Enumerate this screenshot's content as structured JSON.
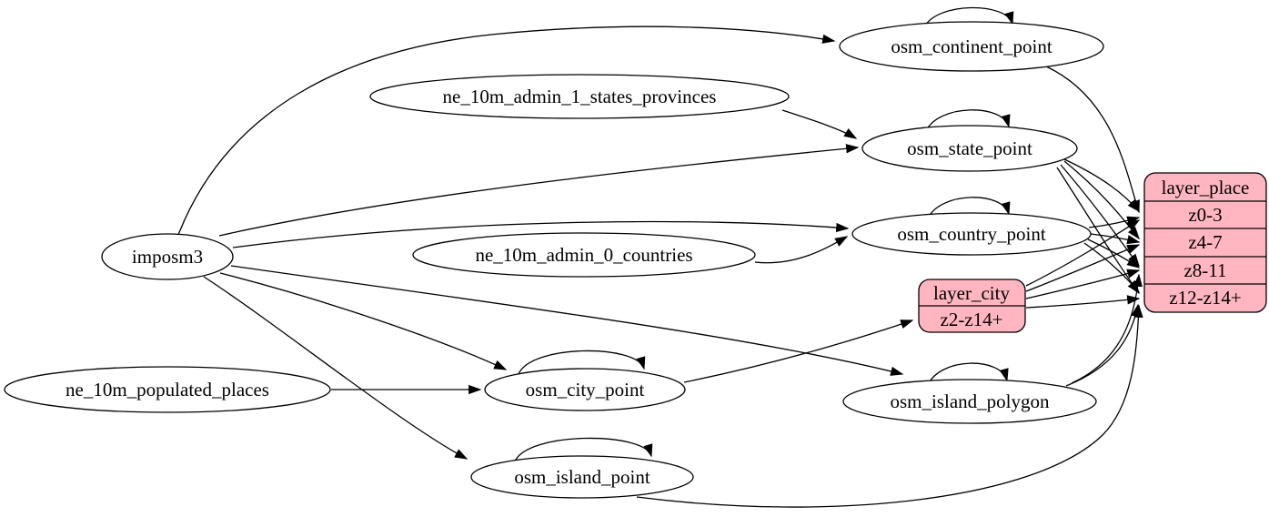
{
  "diagram": {
    "type": "graphviz-etl-graph",
    "description": "ETL mapping graph: imposm3 and Natural Earth sources feed OSM place tables which feed tile layers",
    "colors": {
      "background": "#ffffff",
      "node_fill": "#ffffff",
      "record_fill": "#ffb6c1",
      "edge": "#000000",
      "text": "#000000"
    },
    "nodes": {
      "imposm3": {
        "label": "imposm3"
      },
      "ne_10m_admin_1_states_provinces": {
        "label": "ne_10m_admin_1_states_provinces"
      },
      "ne_10m_admin_0_countries": {
        "label": "ne_10m_admin_0_countries"
      },
      "ne_10m_populated_places": {
        "label": "ne_10m_populated_places"
      },
      "osm_continent_point": {
        "label": "osm_continent_point"
      },
      "osm_state_point": {
        "label": "osm_state_point"
      },
      "osm_country_point": {
        "label": "osm_country_point"
      },
      "osm_city_point": {
        "label": "osm_city_point"
      },
      "osm_island_polygon": {
        "label": "osm_island_polygon"
      },
      "osm_island_point": {
        "label": "osm_island_point"
      }
    },
    "records": {
      "layer_city": {
        "title": "layer_city",
        "rows": [
          "z2-z14+"
        ]
      },
      "layer_place": {
        "title": "layer_place",
        "rows": [
          "z0-3",
          "z4-7",
          "z8-11",
          "z12-z14+"
        ]
      }
    },
    "edges": [
      {
        "from": "imposm3",
        "to": "osm_continent_point"
      },
      {
        "from": "imposm3",
        "to": "osm_state_point"
      },
      {
        "from": "imposm3",
        "to": "osm_country_point"
      },
      {
        "from": "imposm3",
        "to": "osm_city_point"
      },
      {
        "from": "imposm3",
        "to": "osm_island_polygon"
      },
      {
        "from": "imposm3",
        "to": "osm_island_point"
      },
      {
        "from": "ne_10m_admin_1_states_provinces",
        "to": "osm_state_point"
      },
      {
        "from": "ne_10m_admin_0_countries",
        "to": "osm_country_point"
      },
      {
        "from": "ne_10m_populated_places",
        "to": "osm_city_point"
      },
      {
        "from": "osm_continent_point",
        "to": "osm_continent_point"
      },
      {
        "from": "osm_state_point",
        "to": "osm_state_point"
      },
      {
        "from": "osm_country_point",
        "to": "osm_country_point"
      },
      {
        "from": "osm_city_point",
        "to": "osm_city_point"
      },
      {
        "from": "osm_island_polygon",
        "to": "osm_island_polygon"
      },
      {
        "from": "osm_island_point",
        "to": "osm_island_point"
      },
      {
        "from": "osm_continent_point",
        "to": "layer_place:z0-3"
      },
      {
        "from": "osm_state_point",
        "to": "layer_place:z0-3"
      },
      {
        "from": "osm_state_point",
        "to": "layer_place:z4-7"
      },
      {
        "from": "osm_state_point",
        "to": "layer_place:z8-11"
      },
      {
        "from": "osm_state_point",
        "to": "layer_place:z12-z14+"
      },
      {
        "from": "osm_country_point",
        "to": "layer_place:z0-3"
      },
      {
        "from": "osm_country_point",
        "to": "layer_place:z4-7"
      },
      {
        "from": "osm_country_point",
        "to": "layer_place:z8-11"
      },
      {
        "from": "osm_country_point",
        "to": "layer_place:z12-z14+"
      },
      {
        "from": "osm_city_point",
        "to": "layer_city:z2-z14+"
      },
      {
        "from": "layer_city",
        "to": "layer_place:z0-3"
      },
      {
        "from": "layer_city",
        "to": "layer_place:z4-7"
      },
      {
        "from": "layer_city",
        "to": "layer_place:z8-11"
      },
      {
        "from": "layer_city",
        "to": "layer_place:z12-z14+"
      },
      {
        "from": "osm_island_polygon",
        "to": "layer_place:z8-11"
      },
      {
        "from": "osm_island_polygon",
        "to": "layer_place:z12-z14+"
      },
      {
        "from": "osm_island_point",
        "to": "layer_place:z12-z14+"
      }
    ]
  }
}
